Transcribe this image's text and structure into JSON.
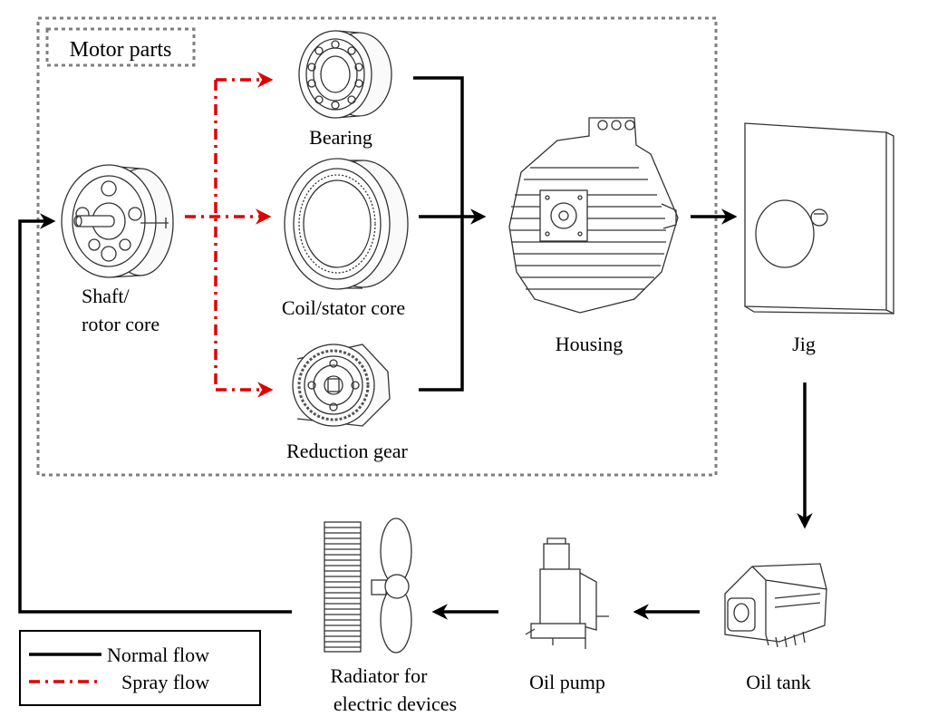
{
  "group": {
    "title": "Motor parts"
  },
  "components": {
    "shaft": [
      "Shaft/",
      "rotor core"
    ],
    "bearing": "Bearing",
    "coil": "Coil/stator core",
    "gear": "Reduction gear",
    "housing": "Housing",
    "jig": "Jig",
    "oil_tank": "Oil tank",
    "oil_pump": "Oil pump",
    "radiator": [
      "Radiator for",
      "electric devices"
    ]
  },
  "legend": {
    "normal": "Normal flow",
    "spray": "Spray flow"
  },
  "colors": {
    "normal": "#000000",
    "spray": "#e00000",
    "group_border": "#7f7f7f"
  }
}
